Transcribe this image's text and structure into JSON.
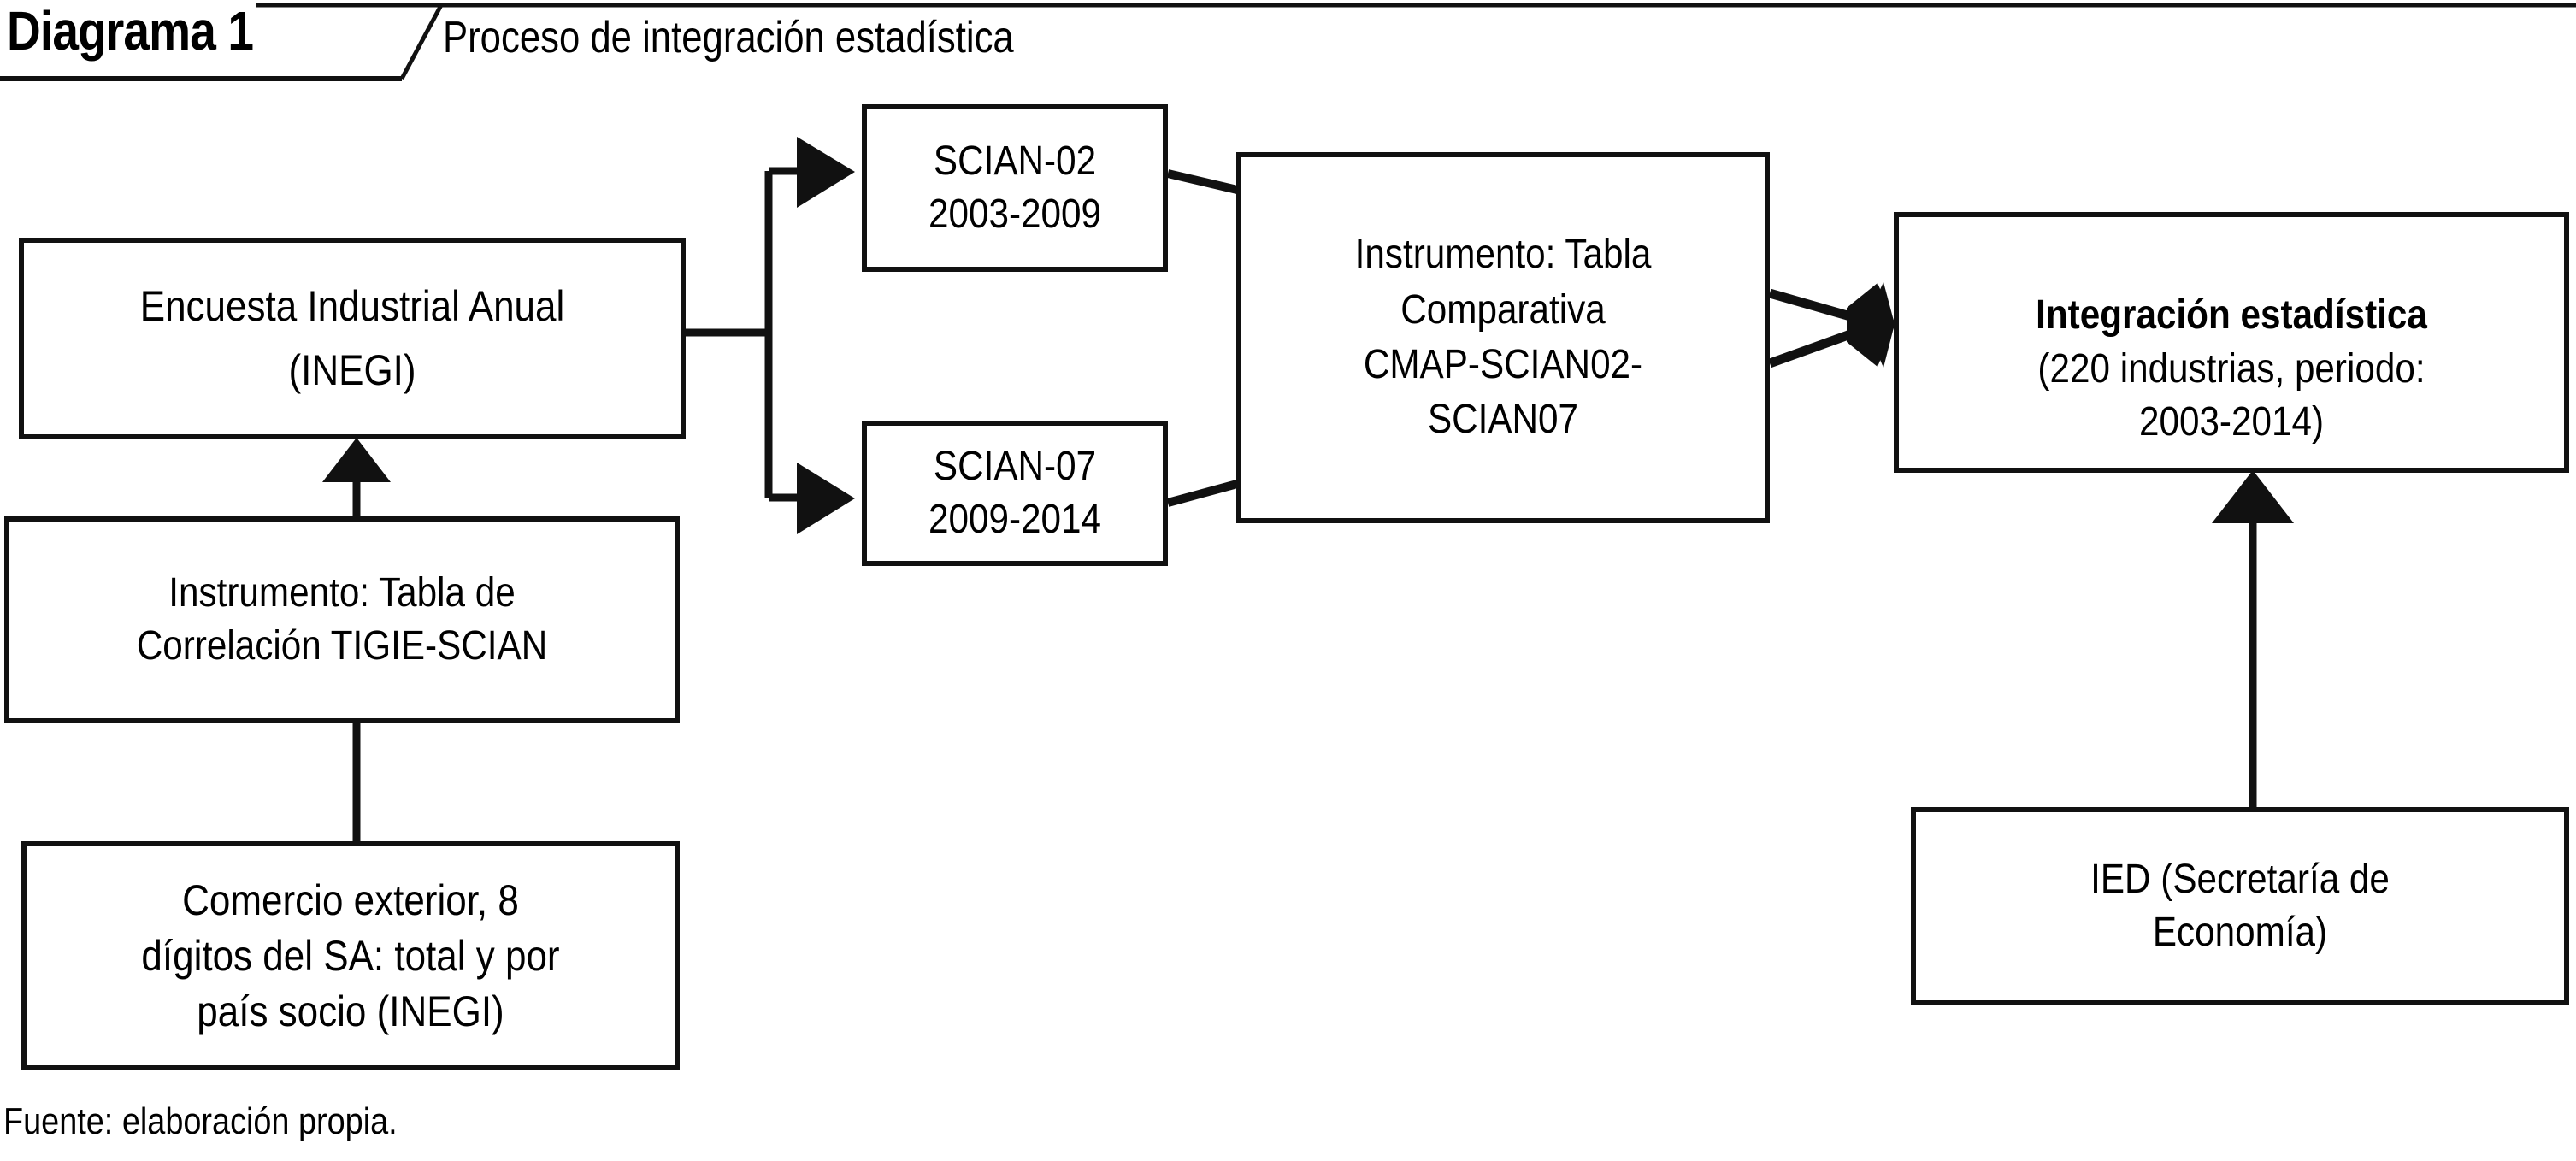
{
  "header": {
    "title": "Diagrama 1",
    "subtitle": "Proceso de integración estadística"
  },
  "nodes": {
    "encuesta": "Encuesta Industrial Anual\n(INEGI)",
    "tabla_correlacion": "Instrumento: Tabla de\nCorrelación TIGIE-SCIAN",
    "comercio_exterior": "Comercio exterior, 8\ndígitos del SA: total y por\npaís socio (INEGI)",
    "scian02": "SCIAN-02\n2003-2009",
    "scian07": "SCIAN-07\n2009-2014",
    "tabla_comparativa": "Instrumento: Tabla\nComparativa\nCMAP-SCIAN02-\nSCIAN07",
    "integracion_bold": "Integración estadística",
    "integracion_detail": "(220 industrias, periodo:\n2003-2014)",
    "ied": "IED (Secretaría de\nEconomía)"
  },
  "footer": {
    "source": "Fuente: elaboración propia."
  },
  "colors": {
    "stroke": "#111111",
    "background": "#ffffff",
    "text": "#000000"
  },
  "connectors": [
    {
      "name": "encuesta-to-branch",
      "from": "encuesta",
      "to": "branch-point",
      "style": "line"
    },
    {
      "name": "branch-to-scian02",
      "from": "branch-point",
      "to": "scian02",
      "style": "arrow"
    },
    {
      "name": "branch-to-scian07",
      "from": "branch-point",
      "to": "scian07",
      "style": "arrow"
    },
    {
      "name": "scian02-to-comparativa",
      "from": "scian02",
      "to": "tabla_comparativa",
      "style": "line"
    },
    {
      "name": "scian07-to-comparativa",
      "from": "scian07",
      "to": "tabla_comparativa",
      "style": "line"
    },
    {
      "name": "comparativa-to-integracion",
      "from": "tabla_comparativa",
      "to": "integracion",
      "style": "double-arrow"
    },
    {
      "name": "tabla-correlacion-to-encuesta",
      "from": "tabla_correlacion",
      "to": "encuesta",
      "style": "arrow-up"
    },
    {
      "name": "comercio-to-tabla-correlacion",
      "from": "comercio_exterior",
      "to": "tabla_correlacion",
      "style": "line"
    },
    {
      "name": "ied-to-integracion",
      "from": "ied",
      "to": "integracion",
      "style": "arrow-up"
    }
  ]
}
